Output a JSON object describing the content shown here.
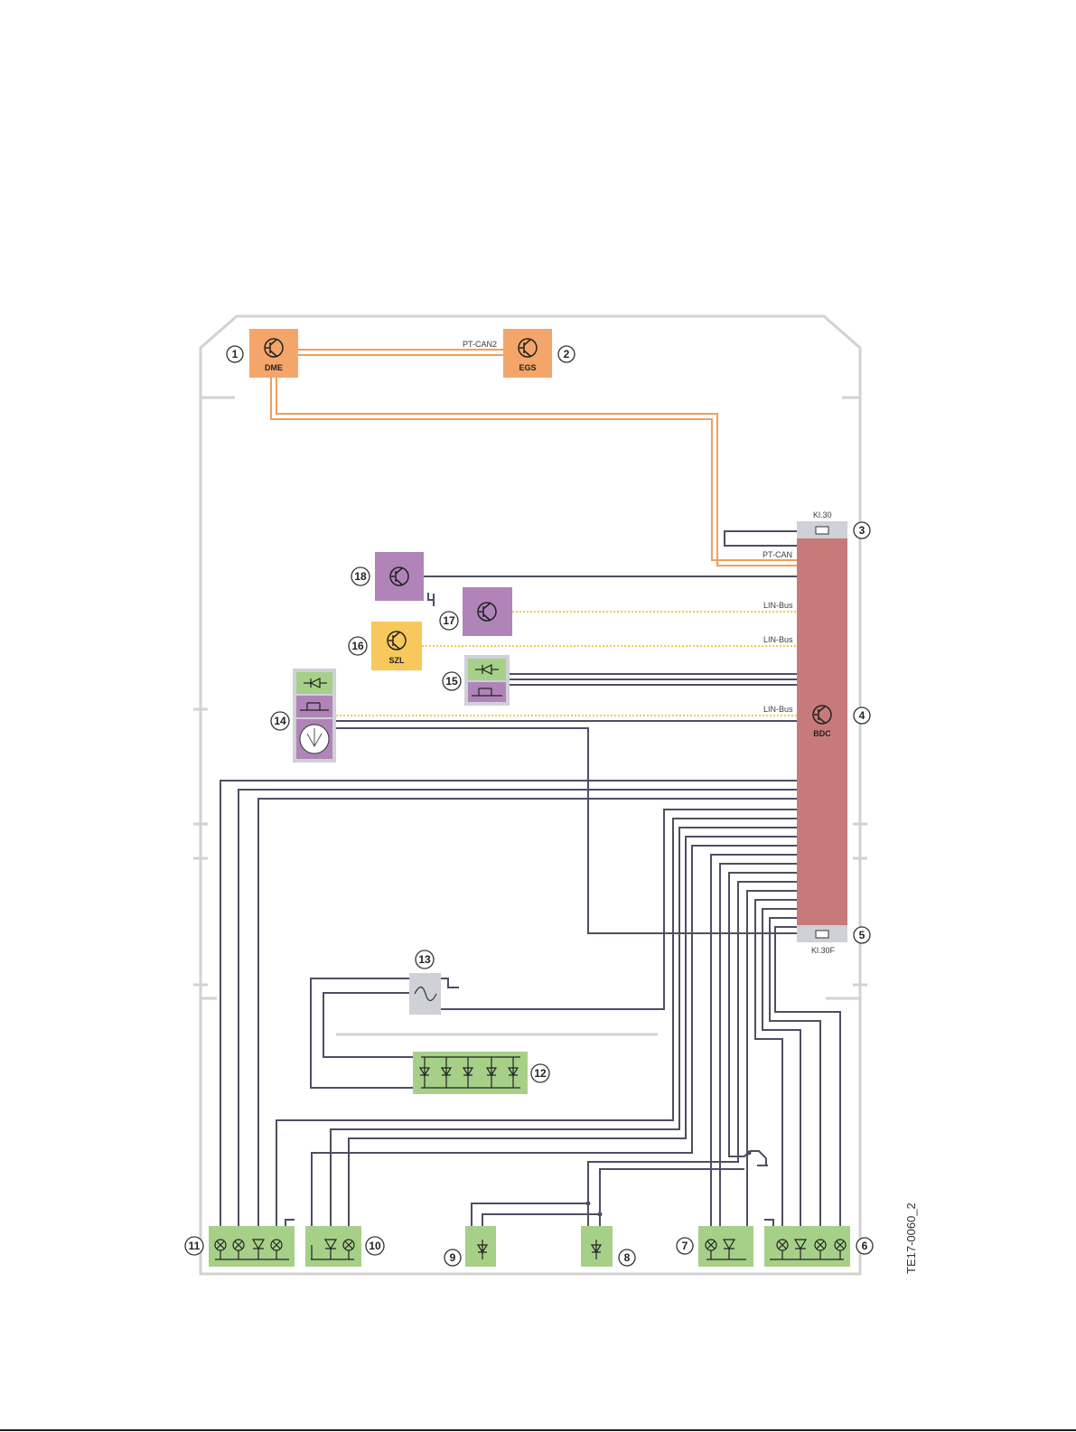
{
  "labels": {
    "pt_can2": "PT-CAN2",
    "pt_can": "PT-CAN",
    "lin_bus_1": "LIN-Bus",
    "lin_bus_2": "LIN-Bus",
    "lin_bus_3": "LIN-Bus",
    "kl30": "Kl.30",
    "kl30f": "Kl.30F",
    "reference": "TE17-0060_2"
  },
  "units": {
    "dme": "DME",
    "egs": "EGS",
    "szl": "SZL",
    "bdc": "BDC"
  },
  "callouts": [
    "1",
    "2",
    "3",
    "4",
    "5",
    "6",
    "7",
    "8",
    "9",
    "10",
    "11",
    "12",
    "13",
    "14",
    "15",
    "16",
    "17",
    "18"
  ],
  "colors": {
    "frame": "#d2d2d2",
    "wire": "#4e4e64",
    "can": "#f0a05a",
    "lin": "#f5c84a",
    "orange_unit": "#f4a66a",
    "purple_unit": "#b084b8",
    "yellow_unit": "#f8c85c",
    "green_unit": "#a6d088",
    "bdc_bar": "#c87a7a",
    "grey_unit": "#cfd0d8"
  }
}
